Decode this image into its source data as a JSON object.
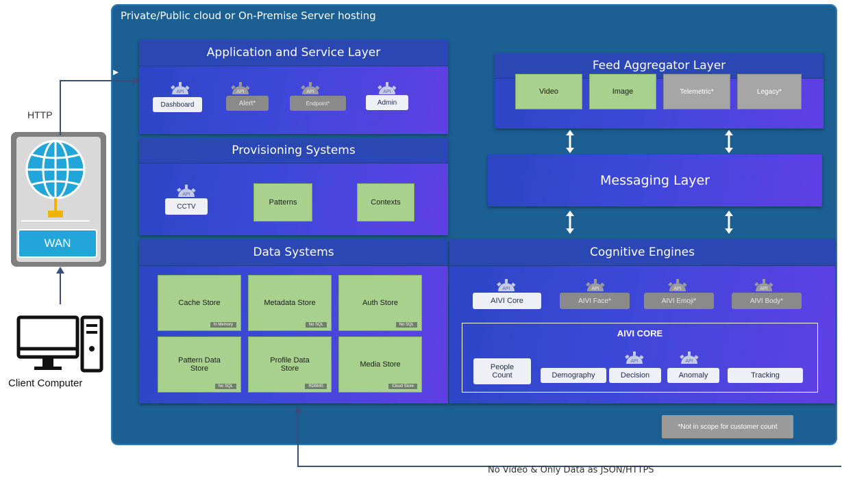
{
  "container": {
    "title": "Private/Public cloud or On-Premise Server hosting"
  },
  "client": {
    "http_label": "HTTP",
    "wan_label": "WAN",
    "computer_label": "Client Computer"
  },
  "footer": {
    "data_flow_label": "No Video & Only Data as JSON/HTTPS",
    "note": "*Not in scope for customer count"
  },
  "app_layer": {
    "title": "Application and Service Layer",
    "api_label": "API",
    "items": [
      {
        "label": "Dashboard",
        "in_scope": true
      },
      {
        "label": "Alert*",
        "in_scope": false
      },
      {
        "label": "Endpoint*",
        "in_scope": false
      },
      {
        "label": "Admin",
        "in_scope": true
      }
    ]
  },
  "provisioning": {
    "title": "Provisioning Systems",
    "items": [
      {
        "label": "CCTV",
        "type": "api"
      },
      {
        "label": "Patterns",
        "type": "box"
      },
      {
        "label": "Contexts",
        "type": "box"
      }
    ]
  },
  "data_systems": {
    "title": "Data Systems",
    "stores": [
      {
        "label": "Cache Store",
        "tag": "In Memory"
      },
      {
        "label": "Metadata Store",
        "tag": "No SQL"
      },
      {
        "label": "Auth Store",
        "tag": "No SQL"
      },
      {
        "label": "Pattern Data Store",
        "tag": "No SQL"
      },
      {
        "label": "Profile Data Store",
        "tag": "RDBMS"
      },
      {
        "label": "Media Store",
        "tag": "Cloud Store"
      }
    ]
  },
  "feed_aggregator": {
    "title": "Feed Aggregator Layer",
    "items": [
      {
        "label": "Video",
        "in_scope": true
      },
      {
        "label": "Image",
        "in_scope": true
      },
      {
        "label": "Telemetric*",
        "in_scope": false
      },
      {
        "label": "Legacy*",
        "in_scope": false
      }
    ]
  },
  "messaging": {
    "title": "Messaging Layer"
  },
  "cognitive": {
    "title": "Cognitive Engines",
    "engines": [
      {
        "label": "AIVI Core",
        "in_scope": true
      },
      {
        "label": "AIVI Face*",
        "in_scope": false
      },
      {
        "label": "AIVI Emoji*",
        "in_scope": false
      },
      {
        "label": "AIVI Body*",
        "in_scope": false
      }
    ],
    "core": {
      "title": "AIVI CORE",
      "modules": [
        "People Count",
        "Demography",
        "Decision",
        "Anomaly",
        "Tracking"
      ]
    }
  },
  "colors": {
    "cloud": "#1c5f93",
    "panel_start": "#2c46c4",
    "panel_end": "#6040e6",
    "green_box": "#a9d18e",
    "out_of_scope": "#a6a6a6"
  }
}
